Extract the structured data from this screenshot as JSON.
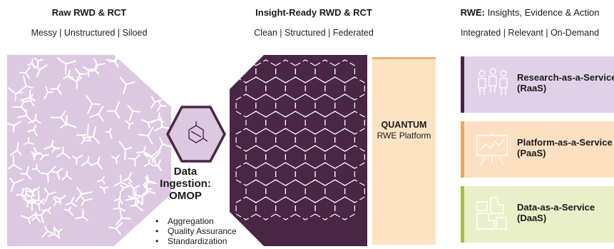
{
  "headers": {
    "raw": {
      "title": "Raw RWD & RCT",
      "subtitle": "Messy | Unstructured | Siloed"
    },
    "insight": {
      "title": "Insight-Ready RWD & RCT",
      "subtitle": "Clean | Structured | Federated"
    },
    "rwe": {
      "title_bold": "RWE:",
      "title_rest": " Insights, Evidence & Action",
      "subtitle": "Integrated | Relevant | On-Demand"
    }
  },
  "ingestion": {
    "title": "Data Ingestion: OMOP",
    "bullets": [
      "Aggregation",
      "Quality Assurance",
      "Standardization"
    ]
  },
  "platform": {
    "title": "QUANTUM",
    "subtitle": "RWE Platform"
  },
  "services": [
    {
      "label": "Research-as-a-Service\n(RaaS)",
      "icon": "people-icon"
    },
    {
      "label": "Platform-as-a-Service\n(PaaS)",
      "icon": "presentation-board-icon"
    },
    {
      "label": "Data-as-a-Service\n(DaaS)",
      "icon": "data-blocks-icon"
    }
  ],
  "colors": {
    "raw_bg": "#dcc8e0",
    "insight_bg": "#4a2646",
    "platform_bg": "#fbe3c3",
    "raas": "#e1d1e8",
    "paas": "#fde0c2",
    "daas": "#e9efc9"
  }
}
